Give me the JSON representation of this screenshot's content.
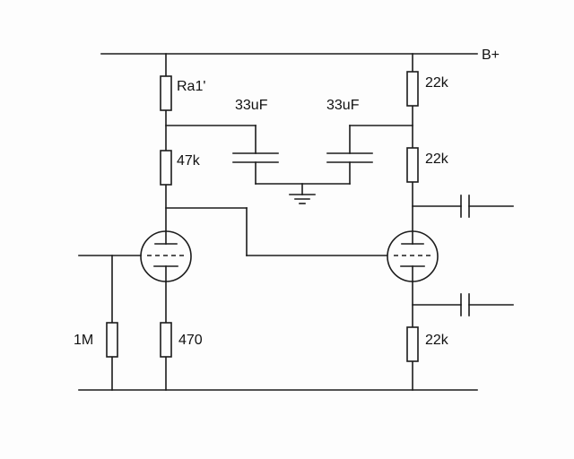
{
  "diagram": {
    "type": "circuit-schematic",
    "description": "Two-triode tube amplifier stage with decoupled supply and coupled outputs",
    "labels": {
      "supply_rail": "B+",
      "resistor_ra1": "Ra1'",
      "resistor_47k": "47k",
      "cap_left": "33uF",
      "cap_right": "33uF",
      "resistor_22k_top": "22k",
      "resistor_22k_mid": "22k",
      "resistor_22k_bottom": "22k",
      "resistor_1m": "1M",
      "resistor_470": "470"
    },
    "colors": {
      "background": "#fdfdfd",
      "line": "#1c1c1c",
      "text": "#111111"
    }
  }
}
